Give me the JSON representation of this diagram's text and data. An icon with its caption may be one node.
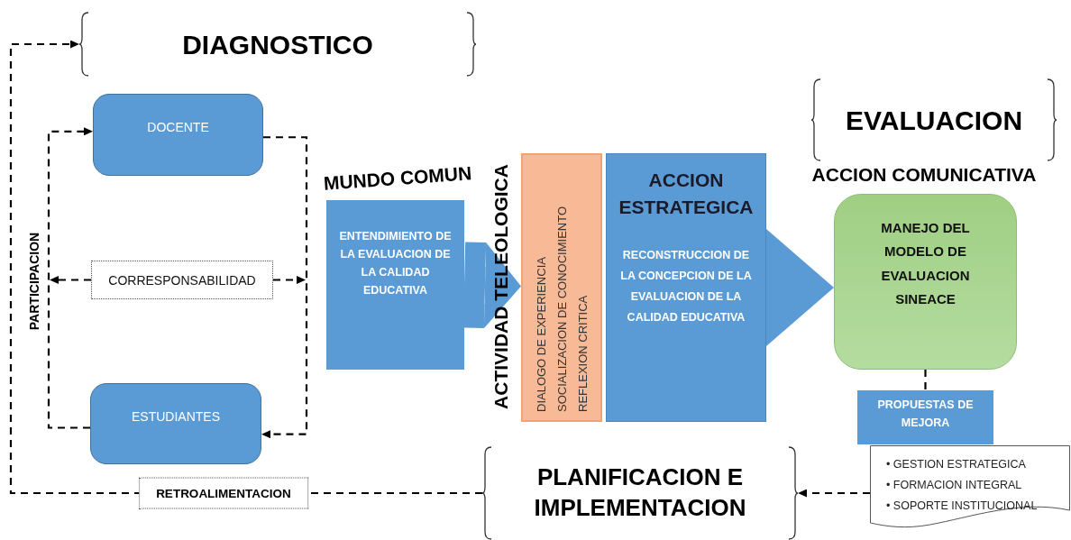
{
  "diagram": {
    "nodes": [
      {
        "text": [
          "DIAGNOSTICO"
        ]
      },
      {
        "text": [
          "DOCENTE"
        ]
      },
      {
        "text": [
          "CORRESPONSABILIDAD"
        ]
      },
      {
        "text": [
          "ESTUDIANTES"
        ]
      },
      {
        "text": [
          "ENTENDIMIENTO DE LA EVALUACION DE LA CALIDAD EDUCATIVA"
        ],
        "beside": [
          "MUNDO COMUN"
        ]
      },
      {
        "text": [
          "DIALOGO DE EXPERIENCIA",
          "SOCIALIZACION DE CONOCIMIENTO",
          "REFLEXION CRITICA"
        ],
        "beside": [
          "ACTIVIDAD TELEOLOGICA"
        ]
      },
      {
        "text": [
          "ACCION ESTRATEGICA",
          "RECONSTRUCCION DE LA CONCEPCION DE LA EVALUACION DE LA CALIDAD EDUCATIVA"
        ]
      },
      {
        "text": [
          "EVALUACION"
        ]
      },
      {
        "text": [
          "MANEJO DEL MODELO DE EVALUACION SINEACE"
        ],
        "beside": [
          "ACCION COMUNICATIVA"
        ]
      },
      {
        "text": [
          "PROPUESTAS DE MEJORA"
        ]
      },
      {
        "text": [
          "• GESTION ESTRATEGICA",
          "• FORMACION INTEGRAL",
          "• SOPORTE INSTITUCIONAL"
        ]
      },
      {
        "text": [
          "PLANIFICACION E IMPLEMENTACION"
        ]
      }
    ],
    "edges": [
      {
        "from": 3,
        "to": 1,
        "arrow": "to",
        "style": "dashed"
      },
      {
        "from": 1,
        "to": 3,
        "arrow": "to",
        "style": "dashed"
      },
      {
        "from": 2,
        "to": null,
        "arrow": "to",
        "style": "dashed"
      },
      {
        "from": 2,
        "to": null,
        "arrow": "to",
        "style": "dashed"
      },
      {
        "from": 11,
        "to": 0,
        "arrow": "to",
        "style": "dashed",
        "label": "RETROALIMENTACION"
      },
      {
        "from": 10,
        "to": 11,
        "arrow": "to",
        "style": "dashed"
      },
      {
        "from": 8,
        "to": 9,
        "arrow": "none",
        "style": "dashed"
      },
      {
        "from": 4,
        "to": 5,
        "arrow": "to",
        "style": "thick",
        "color": "#5b9bd5"
      },
      {
        "from": 6,
        "to": 8,
        "arrow": "to",
        "style": "thick",
        "color": "#5b9bd5"
      }
    ],
    "labels": [
      "PARTICIPACION"
    ]
  }
}
